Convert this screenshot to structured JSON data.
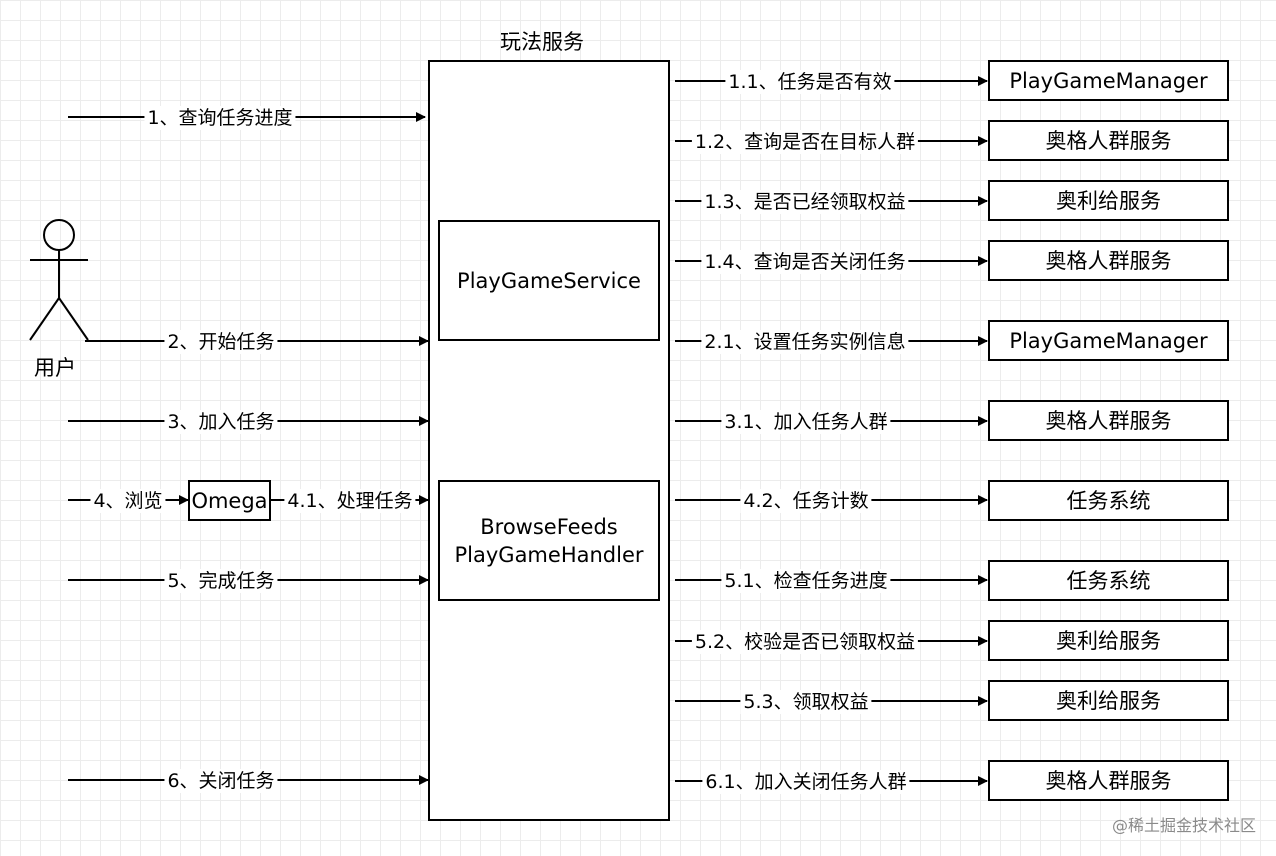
{
  "service_title": "玩法服务",
  "user_label": "用户",
  "inner": {
    "play_game_service": "PlayGameService",
    "browse_handler": "BrowseFeeds\nPlayGameHandler"
  },
  "omega": "Omega",
  "user_actions": [
    "1、查询任务进度",
    "2、开始任务",
    "3、加入任务",
    "4、浏览",
    "5、完成任务",
    "6、关闭任务"
  ],
  "omega_action": "4.1、处理任务",
  "right_calls": [
    {
      "label": "1.1、任务是否有效",
      "target": "PlayGameManager"
    },
    {
      "label": "1.2、查询是否在目标人群",
      "target": "奥格人群服务"
    },
    {
      "label": "1.3、是否已经领取权益",
      "target": "奥利给服务"
    },
    {
      "label": "1.4、查询是否关闭任务",
      "target": "奥格人群服务"
    },
    {
      "label": "2.1、设置任务实例信息",
      "target": "PlayGameManager"
    },
    {
      "label": "3.1、加入任务人群",
      "target": "奥格人群服务"
    },
    {
      "label": "4.2、任务计数",
      "target": "任务系统"
    },
    {
      "label": "5.1、检查任务进度",
      "target": "任务系统"
    },
    {
      "label": "5.2、校验是否已领取权益",
      "target": "奥利给服务"
    },
    {
      "label": "5.3、领取权益",
      "target": "奥利给服务"
    },
    {
      "label": "6.1、加入关闭任务人群",
      "target": "奥格人群服务"
    }
  ],
  "watermark": "@稀土掘金技术社区"
}
